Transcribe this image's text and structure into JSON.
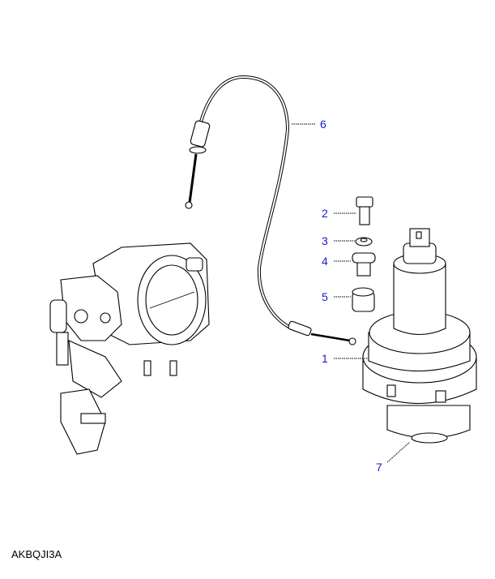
{
  "diagram": {
    "reference_code": "AKBQJI3A",
    "callouts": [
      {
        "number": "1",
        "part": "actuator"
      },
      {
        "number": "2",
        "part": "bolt"
      },
      {
        "number": "3",
        "part": "washer"
      },
      {
        "number": "4",
        "part": "spacer"
      },
      {
        "number": "5",
        "part": "grommet"
      },
      {
        "number": "6",
        "part": "cable"
      },
      {
        "number": "7",
        "part": "actuator-base"
      }
    ],
    "callout_color": "#1a1acc"
  }
}
